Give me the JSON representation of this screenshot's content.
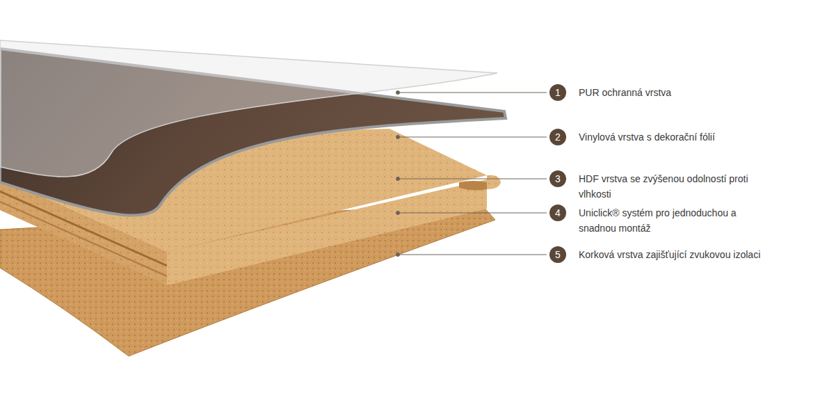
{
  "diagram": {
    "nodes": [
      {
        "text": [
          "1"
        ]
      },
      {
        "text": [
          "2"
        ]
      },
      {
        "text": [
          "3"
        ]
      },
      {
        "text": [
          "4"
        ]
      },
      {
        "text": [
          "5"
        ]
      }
    ],
    "labels": [
      "PUR ochranná vrstva",
      "Vinylová vrstva s dekorační fólií",
      "HDF vrstva se zvýšenou odolností proti vlhkosti",
      "Uniclick® systém pro jednoduchou a snadnou montáž",
      "Korková vrstva zajišťující zvukovou izolaci"
    ]
  }
}
